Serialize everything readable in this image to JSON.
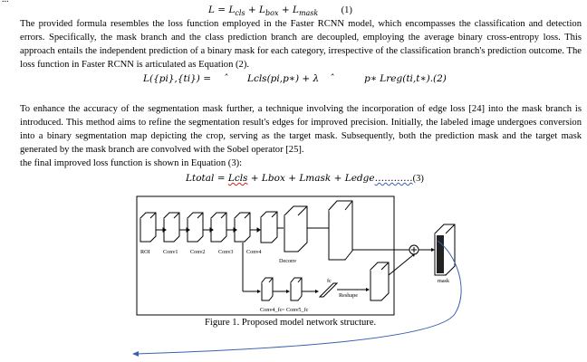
{
  "top_cut_text": "...",
  "eq1": {
    "lhs": "L = L",
    "cls": "cls",
    "plus1": " + L",
    "box": "box",
    "plus2": " + L",
    "mask": "mask",
    "number": "(1)"
  },
  "para1": "The provided formula resembles the loss function employed in the Faster RCNN model, which encompasses the classification and detection errors. Specifically, the mask branch and the class prediction branch are decoupled, employing the average binary cross-entropy loss. This approach entails the independent prediction of a binary mask for each category, irrespective of the classification branch's prediction outcome. The loss function in Faster RCNN is articulated as Equation (2).",
  "eq2": {
    "lhs": "L({pi},{ti}) =",
    "hat1": "ˆ",
    "term1": "Lcls(pi,p∗) + λ",
    "hat2": "ˆ",
    "term2": "p∗ Lreg(ti,t∗).(2)"
  },
  "para2": "To enhance the accuracy of the segmentation mask further, a technique involving the incorporation of edge loss [24] into the mask branch is introduced. This method aims to refine the segmentation result's edges for improved precision. Initially, the labeled image undergoes conversion into a binary segmentation map depicting the crop, serving as the target mask. Subsequently, both the prediction mask and the target mask generated by the mask branch are convolved with the Sobel operator [25].",
  "para3": "the final improved loss function is shown in Equation (3):",
  "eq3": {
    "lhs": "Ltotal",
    "eq": " = ",
    "cls": "Lcls",
    "plus1": " + Lbox + Lmask + Ledge",
    "dots": "…………",
    "number": "(3)"
  },
  "figure": {
    "labels": {
      "roi": "ROI",
      "conv1": "Conv1",
      "conv2": "Conv2",
      "conv3": "Conv3",
      "conv4": "Conv4",
      "deconv": "Deconv",
      "mask": "mask",
      "reshape": "Reshape",
      "fc": "fc",
      "conv4fc": "Conv4_fc",
      "conv5fc": "Conv5_fc"
    },
    "caption": "Figure 1. Proposed model network structure."
  },
  "colors": {
    "annotation_blue": "#3a5fb0",
    "spell_red": "#d02020"
  }
}
